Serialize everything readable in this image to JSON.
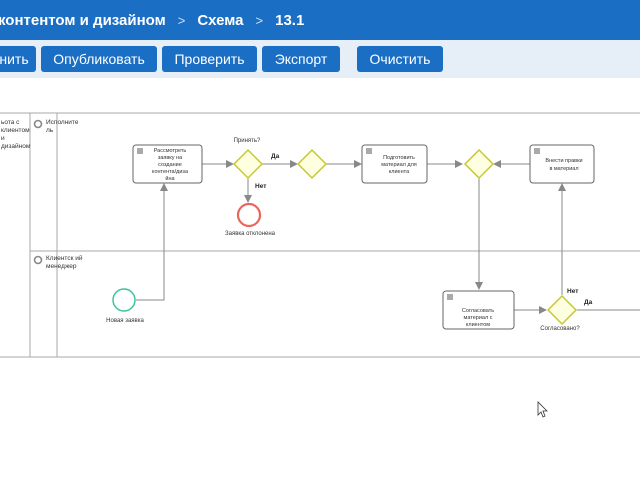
{
  "breadcrumb": {
    "item1": "контентом и дизайном",
    "item2": "Схема",
    "item3": "13.1",
    "separator": ">"
  },
  "toolbar": {
    "btn_save": "нить",
    "btn_publish": "Опубликовать",
    "btn_check": "Проверить",
    "btn_export": "Экспорт",
    "btn_clear": "Очистить"
  },
  "pool": {
    "label_lines": [
      "ьота с",
      "клиентом",
      "и",
      "дизайном"
    ]
  },
  "lanes": {
    "lane1": {
      "label_lines": [
        "Исполните",
        "ль"
      ]
    },
    "lane2": {
      "label_lines": [
        "Клиентск ий",
        "менеджер"
      ]
    }
  },
  "tasks": {
    "review": [
      "Рассмотреть",
      "заявку на",
      "создание",
      "контента/диза",
      "йна"
    ],
    "prepare": [
      "Подготовить",
      "материал для",
      "клиента"
    ],
    "edits": [
      "Внести правки",
      "в материал"
    ],
    "approve": [
      "Согласовать",
      "материал с",
      "клиентом"
    ]
  },
  "gateways": {
    "accept": "Принять?",
    "approved": "Согласовано?"
  },
  "flow_labels": {
    "yes1": "Да",
    "no1": "Нет",
    "no2": "Нет",
    "yes2": "Да"
  },
  "events": {
    "start": "Новая заявка",
    "rejected": "Заявка отклонена"
  },
  "colors": {
    "header": "#1a6fc4",
    "toolbar_bg": "#e6eef7",
    "start_event": "#3cc3a0",
    "end_event": "#e8665a",
    "gateway_stroke": "#c8c832",
    "gateway_fill": "#fefee0"
  }
}
